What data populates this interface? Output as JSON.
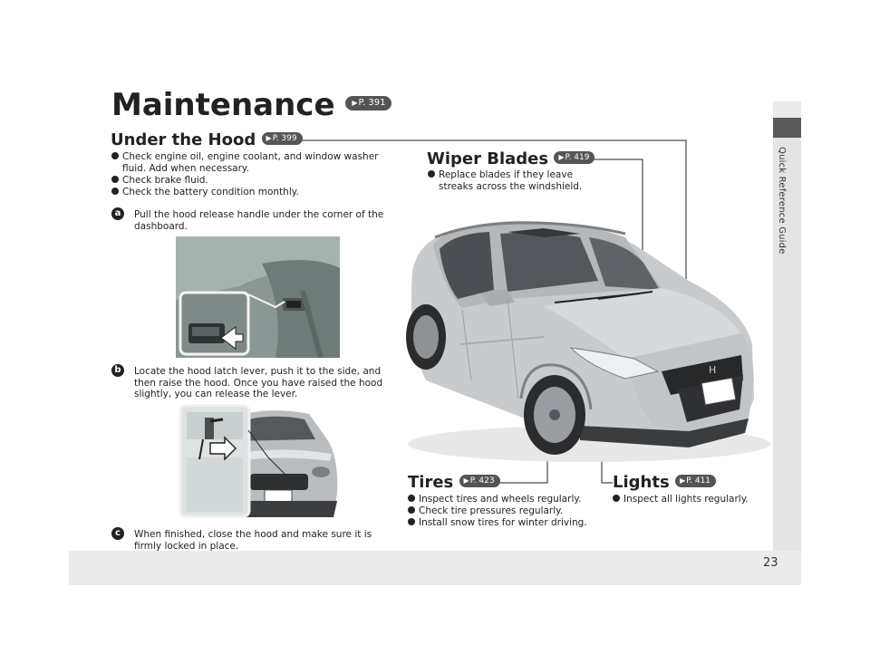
{
  "page": {
    "number": "23",
    "tab_label": "Quick Reference Guide",
    "title": "Maintenance",
    "title_ref": "P. 391"
  },
  "under_hood": {
    "title": "Under the Hood",
    "ref": "P. 399",
    "bullets": [
      "Check engine oil, engine coolant, and window washer fluid. Add when necessary.",
      "Check brake fluid.",
      "Check the battery condition monthly."
    ],
    "steps": [
      {
        "badge": "a",
        "text": "Pull the hood release handle under the corner of the dashboard."
      },
      {
        "badge": "b",
        "text": "Locate the hood latch lever, push it to the side, and then raise the hood. Once you have raised the hood slightly, you can release the lever."
      },
      {
        "badge": "c",
        "text": "When finished, close the hood and make sure it is firmly locked in place."
      }
    ]
  },
  "wiper": {
    "title": "Wiper Blades",
    "ref": "P. 419",
    "bullets": [
      "Replace blades if they leave streaks across the windshield."
    ]
  },
  "tires": {
    "title": "Tires",
    "ref": "P. 423",
    "bullets": [
      "Inspect tires and wheels regularly.",
      "Check tire pressures regularly.",
      "Install snow tires for winter driving."
    ]
  },
  "lights": {
    "title": "Lights",
    "ref": "P. 411",
    "bullets": [
      "Inspect all lights regularly."
    ]
  },
  "icons": {
    "page_ref": "page-ref-arrow-icon",
    "bullet": "bullet-dot-icon",
    "car": "suv-illustration",
    "push_arrow": "arrow-right-icon"
  }
}
